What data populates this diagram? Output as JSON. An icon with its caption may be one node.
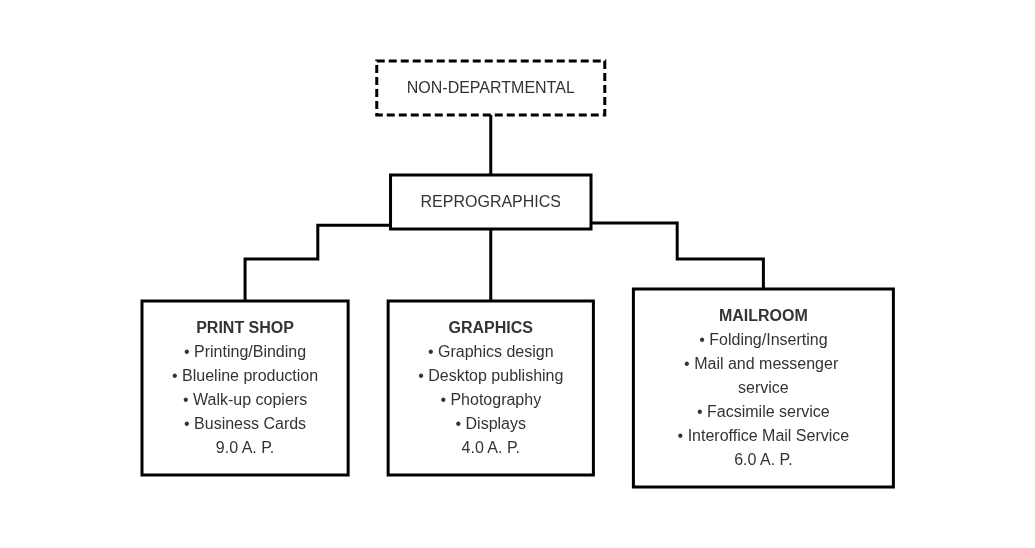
{
  "diagram": {
    "nodes": [
      {
        "text": [
          "NON-DEPARTMENTAL"
        ]
      },
      {
        "text": [
          "REPROGRAPHICS"
        ]
      },
      {
        "text": [
          "PRINT SHOP",
          "• Printing/Binding",
          "• Blueline production",
          "• Walk-up copiers",
          "• Business Cards",
          "9.0 A. P."
        ]
      },
      {
        "text": [
          "GRAPHICS",
          "• Graphics design",
          "• Desktop publishing",
          "• Photography",
          "• Displays",
          "4.0 A. P."
        ]
      },
      {
        "text": [
          "MAILROOM",
          "• Folding/Inserting",
          "• Mail and messenger service",
          "• Facsimile service",
          "• Interoffice Mail Service",
          "6.0 A. P."
        ]
      }
    ],
    "edges": [
      {
        "from": 0,
        "to": 1,
        "arrow": "none"
      },
      {
        "from": 1,
        "to": 2,
        "arrow": "none"
      },
      {
        "from": 1,
        "to": 3,
        "arrow": "none"
      },
      {
        "from": 1,
        "to": 4,
        "arrow": "none"
      }
    ]
  }
}
